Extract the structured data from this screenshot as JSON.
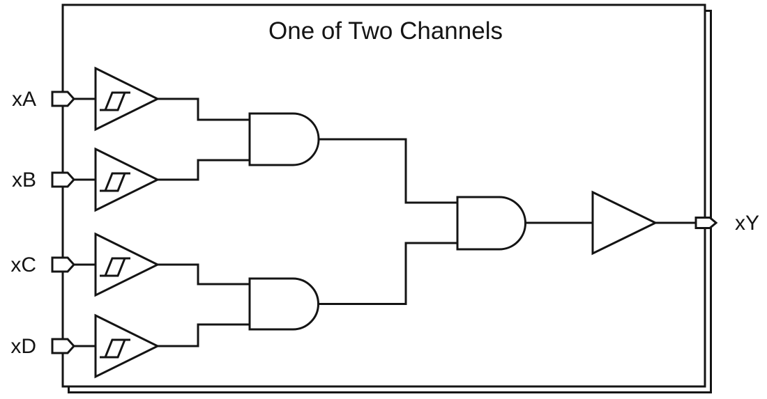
{
  "diagram": {
    "title": "One of Two Channels",
    "inputs": [
      {
        "label": "xA"
      },
      {
        "label": "xB"
      },
      {
        "label": "xC"
      },
      {
        "label": "xD"
      }
    ],
    "output": {
      "label": "xY"
    },
    "components": {
      "input_buffer_type": "schmitt-trigger-buffer",
      "and_gate_count": "3",
      "output_buffer_type": "buffer",
      "channel_note": "stacked outline indicates second identical channel"
    },
    "colors": {
      "line": "#141414",
      "background": "#ffffff"
    }
  }
}
